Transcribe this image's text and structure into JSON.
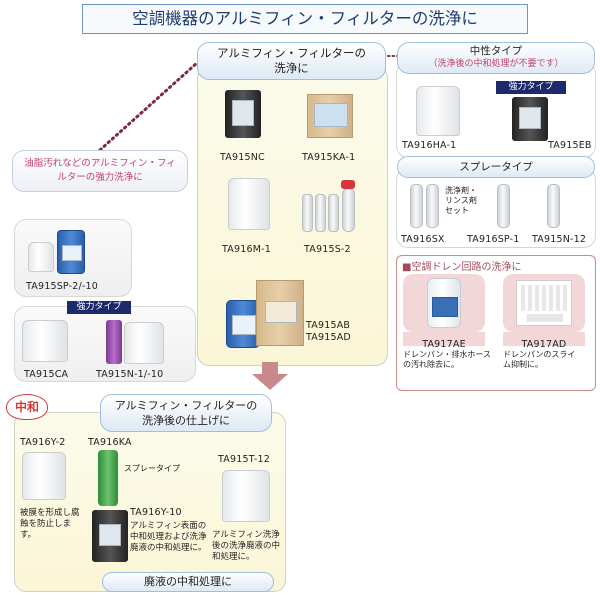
{
  "title": "空調機器のアルミフィン・フィルターの洗浄に",
  "heavy_duty_label": "油脂汚れなどのアルミフィン・フィルターの強力洗浄に",
  "sections": {
    "fin_cleaning": {
      "title_line1": "アルミフィン・フィルターの",
      "title_line2": "洗浄に",
      "products": [
        "TA915NC",
        "TA915KA-1",
        "TA916M-1",
        "TA915S-2",
        "TA915AB",
        "TA915AD"
      ]
    },
    "neutral": {
      "title": "中性タイプ",
      "subtitle": "（洗浄後の中和処理が不要です）",
      "badge": "強力タイプ",
      "products": [
        "TA916HA-1",
        "TA915EB"
      ]
    },
    "spray": {
      "title": "スプレータイプ",
      "set_label_line1": "洗浄剤・",
      "set_label_line2": "リンス剤",
      "set_label_line3": "セット",
      "products": [
        "TA916SX",
        "TA916SP-1",
        "TA915N-12"
      ]
    },
    "drain": {
      "title": "■空調ドレン回路の洗浄に",
      "products": [
        "TA917AE",
        "TA917AD"
      ],
      "notes": [
        "ドレンパン・排水ホースの汚れ除去に。",
        "ドレンパンのスライム抑制に。"
      ]
    },
    "heavy_left": {
      "products": [
        "TA915SP-2/-10"
      ],
      "badge": "強力タイプ",
      "products2": [
        "TA915CA",
        "TA915N-1/-10"
      ]
    },
    "finish": {
      "tag": "中和",
      "title_line1": "アルミフィン・フィルターの",
      "title_line2": "洗浄後の仕上げに",
      "products": [
        "TA916Y-2",
        "TA916KA",
        "TA916Y-10",
        "TA915T-12"
      ],
      "spray_note": "スプレータイプ",
      "notes": [
        "被膜を形成し腐蝕を防止します。",
        "アルミフィン表面の中和処理および洗浄廃液の中和処理に。",
        "アルミフィン洗浄後の洗浄廃液の中和処理に。"
      ],
      "waste_label": "廃液の中和処理に"
    }
  },
  "colors": {
    "title_border": "#6d95c7",
    "pill_border": "#9fc0dd",
    "heavy_text": "#c2406e",
    "dotted": "#7a2a4a",
    "arrow": "#c9888c",
    "drain_border": "#c98a8a",
    "badge_bg": "#1c2a6b",
    "tag_red": "#d23b3b"
  }
}
